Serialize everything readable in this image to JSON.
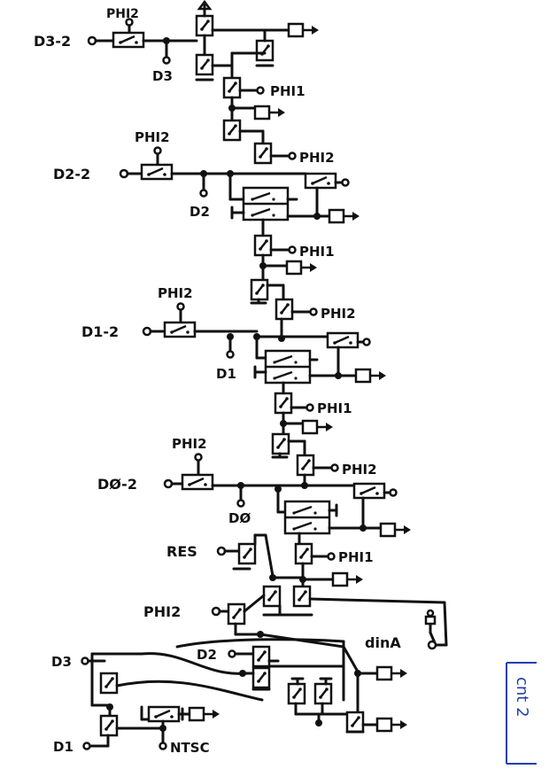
{
  "title_tag": "cnt 2",
  "stages": [
    {
      "input": "D3-2",
      "clock": "PHI2",
      "pin": "D3",
      "clock_b": "PHI1"
    },
    {
      "input": "D2-2",
      "clock": "PHI2",
      "pin": "D2",
      "clock_b": "PHI1",
      "clock_c": "PHI2"
    },
    {
      "input": "D1-2",
      "clock": "PHI2",
      "pin": "D1",
      "clock_b": "PHI1",
      "clock_c": "PHI2"
    },
    {
      "input": "DØ-2",
      "clock": "PHI2",
      "pin": "DØ",
      "clock_b": "PHI1",
      "clock_c": "PHI2"
    }
  ],
  "reset": {
    "label": "RES",
    "clock": "PHI1"
  },
  "bottom": {
    "clock": "PHI2",
    "dina": "dinA",
    "d2": "D2",
    "d3": "D3",
    "d1": "D1",
    "ntsc": "NTSC"
  }
}
